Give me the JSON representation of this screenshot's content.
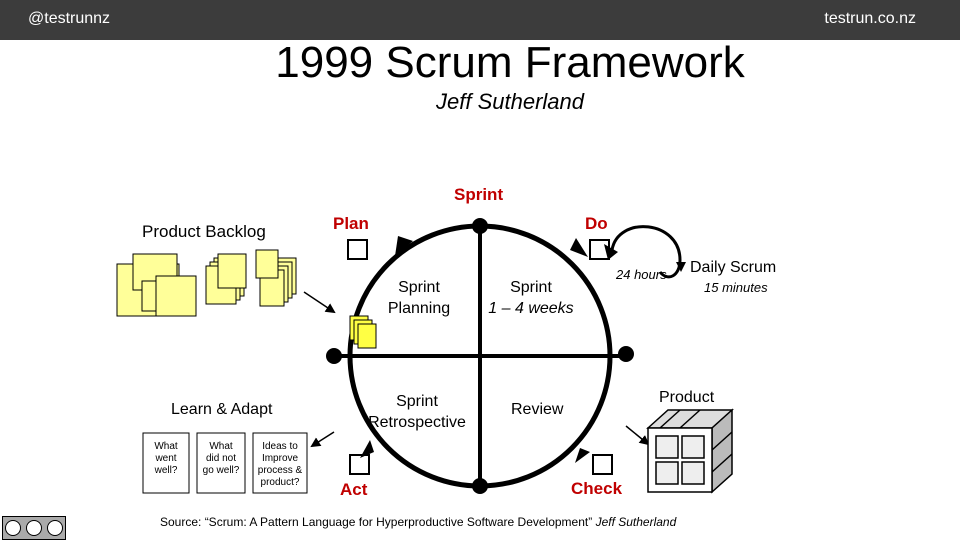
{
  "header": {
    "handle": "@testrunnz",
    "site": "testrun.co.nz"
  },
  "title": "1999 Scrum Framework",
  "subtitle": "Jeff Sutherland",
  "diagram": {
    "sprint": "Sprint",
    "plan": "Plan",
    "do": "Do",
    "act": "Act",
    "check": "Check",
    "product_backlog": "Product Backlog",
    "sprint_planning_1": "Sprint",
    "sprint_planning_2": "Planning",
    "sprint_length_1": "Sprint",
    "sprint_length_2": "1 – 4 weeks",
    "hours": "24 hours",
    "daily_scrum": "Daily Scrum",
    "minutes": "15 minutes",
    "product": "Product",
    "review": "Review",
    "retro_1": "Sprint",
    "retro_2": "Retrospective",
    "learn_adapt": "Learn & Adapt",
    "retro_questions": [
      {
        "l1": "What",
        "l2": "went",
        "l3": "well?",
        "l4": ""
      },
      {
        "l1": "What",
        "l2": "did not",
        "l3": "go well?",
        "l4": ""
      },
      {
        "l1": "Ideas to",
        "l2": "Improve",
        "l3": "process &",
        "l4": "product?"
      }
    ]
  },
  "source": {
    "prefix": "Source: “Scrum: A Pattern Language for Hyperproductive Software Development” ",
    "author": "Jeff Sutherland"
  },
  "colors": {
    "header_bg": "#3c3c3c",
    "accent_red": "#c00000",
    "note_yellow": "#ffff99"
  }
}
